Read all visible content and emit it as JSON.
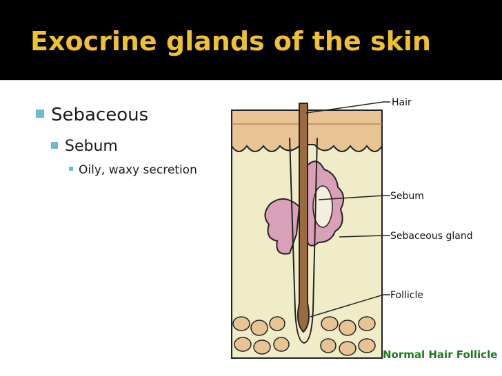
{
  "slide": {
    "title": "Exocrine glands of the skin",
    "bullets": {
      "level1": "Sebaceous",
      "level2": "Sebum",
      "level3": "Oily, waxy secretion"
    }
  },
  "diagram": {
    "labels": {
      "hair": "Hair",
      "sebum": "Sebum",
      "sebaceous_gland": "Sebaceous gland",
      "follicle": "Follicle"
    },
    "caption": "Normal Hair Follicle"
  },
  "colors": {
    "title_bar": "#000000",
    "title_text": "#f0c12a",
    "bullet": "#6bbad1",
    "dermis": "#f0ecc8",
    "epidermis": "#e8c494",
    "hair": "#9a6b3f",
    "gland": "#d9a0b8",
    "caption": "#1b7a1b"
  }
}
